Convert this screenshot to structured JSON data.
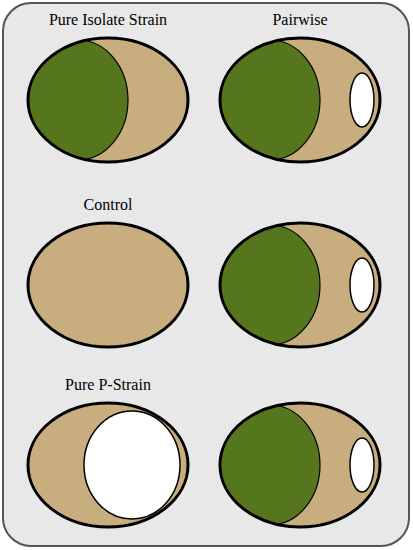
{
  "diagram": {
    "nodes": [
      {
        "text": [
          "Pure Isolate Strain"
        ]
      },
      {
        "text": [
          "Pairwise"
        ]
      },
      {
        "text": [
          "Control"
        ]
      },
      {
        "text": [
          "Pure P-Strain"
        ]
      }
    ]
  }
}
